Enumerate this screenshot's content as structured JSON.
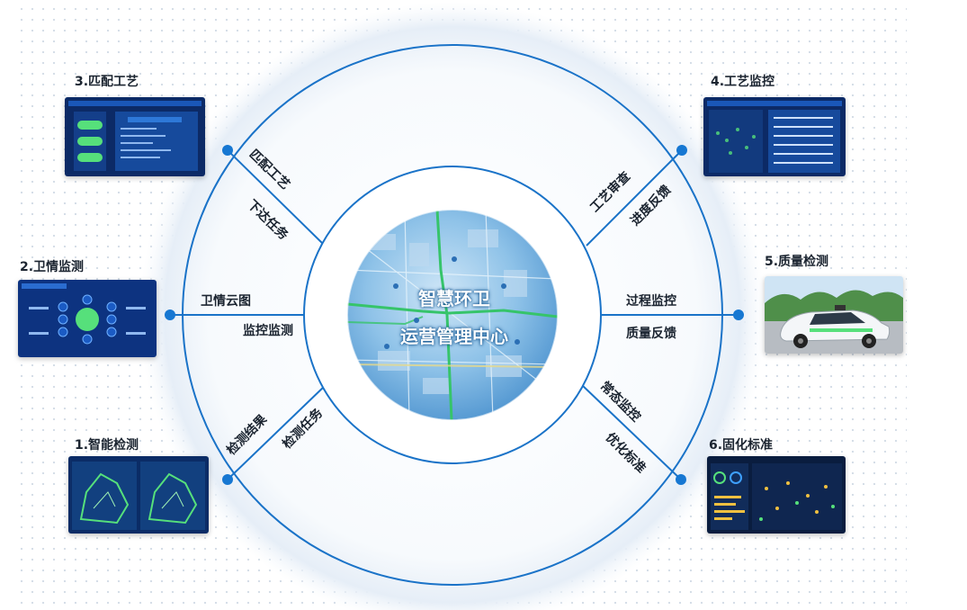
{
  "center": {
    "line1": "智慧环卫",
    "line2": "运营管理中心"
  },
  "nodes": [
    {
      "id": "match",
      "label": "3.匹配工艺"
    },
    {
      "id": "process-monitor",
      "label": "4.工艺监控"
    },
    {
      "id": "sat-monitor",
      "label": "2.卫情监测"
    },
    {
      "id": "quality",
      "label": "5.质量检测"
    },
    {
      "id": "smart-detect",
      "label": "1.智能检测"
    },
    {
      "id": "standard",
      "label": "6.固化标准"
    }
  ],
  "spokes": {
    "upper_left": [
      "匹配工艺",
      "下达任务"
    ],
    "upper_right": [
      "工艺审查",
      "进度反馈"
    ],
    "left": [
      "卫情云图",
      "监控监测"
    ],
    "right": [
      "过程监控",
      "质量反馈"
    ],
    "lower_left": [
      "检测结果",
      "检测任务"
    ],
    "lower_right": [
      "常态监控",
      "优化标准"
    ]
  },
  "colors": {
    "accent": "#1a73c8",
    "dot": "#1677d2",
    "screen_dark": "#0c2a66",
    "screen_panel": "#1a57b8",
    "glow_green": "#56e07b"
  }
}
